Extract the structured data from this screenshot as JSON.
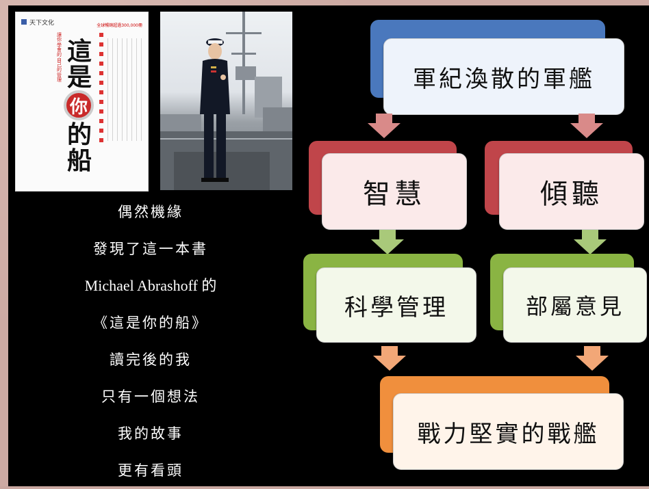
{
  "book": {
    "publisher": "天下文化",
    "copies": "全球暢銷超過300,000冊",
    "subtitle": "讓你學會的自己的管理",
    "title_chars": [
      "這",
      "是",
      "你",
      "的",
      "船"
    ]
  },
  "story_lines": [
    "偶然機緣",
    "發現了這一本書",
    "Michael Abrashoff 的",
    "《這是你的船》",
    "讀完後的我",
    "只有一個想法",
    "我的故事",
    "更有看頭"
  ],
  "flow": {
    "top": "軍紀渙散的軍艦",
    "left_1": "智慧",
    "right_1": "傾聽",
    "left_2": "科學管理",
    "right_2": "部屬意見",
    "bottom": "戰力堅實的戰艦"
  },
  "colors": {
    "blue": "#4a78bd",
    "red": "#c0454a",
    "green": "#8ab443",
    "orange": "#f08f3d",
    "blue_tint": "#eef3fb",
    "red_tint": "#fbeaea",
    "green_tint": "#f3f8ea",
    "orange_tint": "#fff4ea",
    "arrow_red": "#d98a89",
    "arrow_green": "#a9c97a",
    "arrow_orange": "#f2a777"
  }
}
